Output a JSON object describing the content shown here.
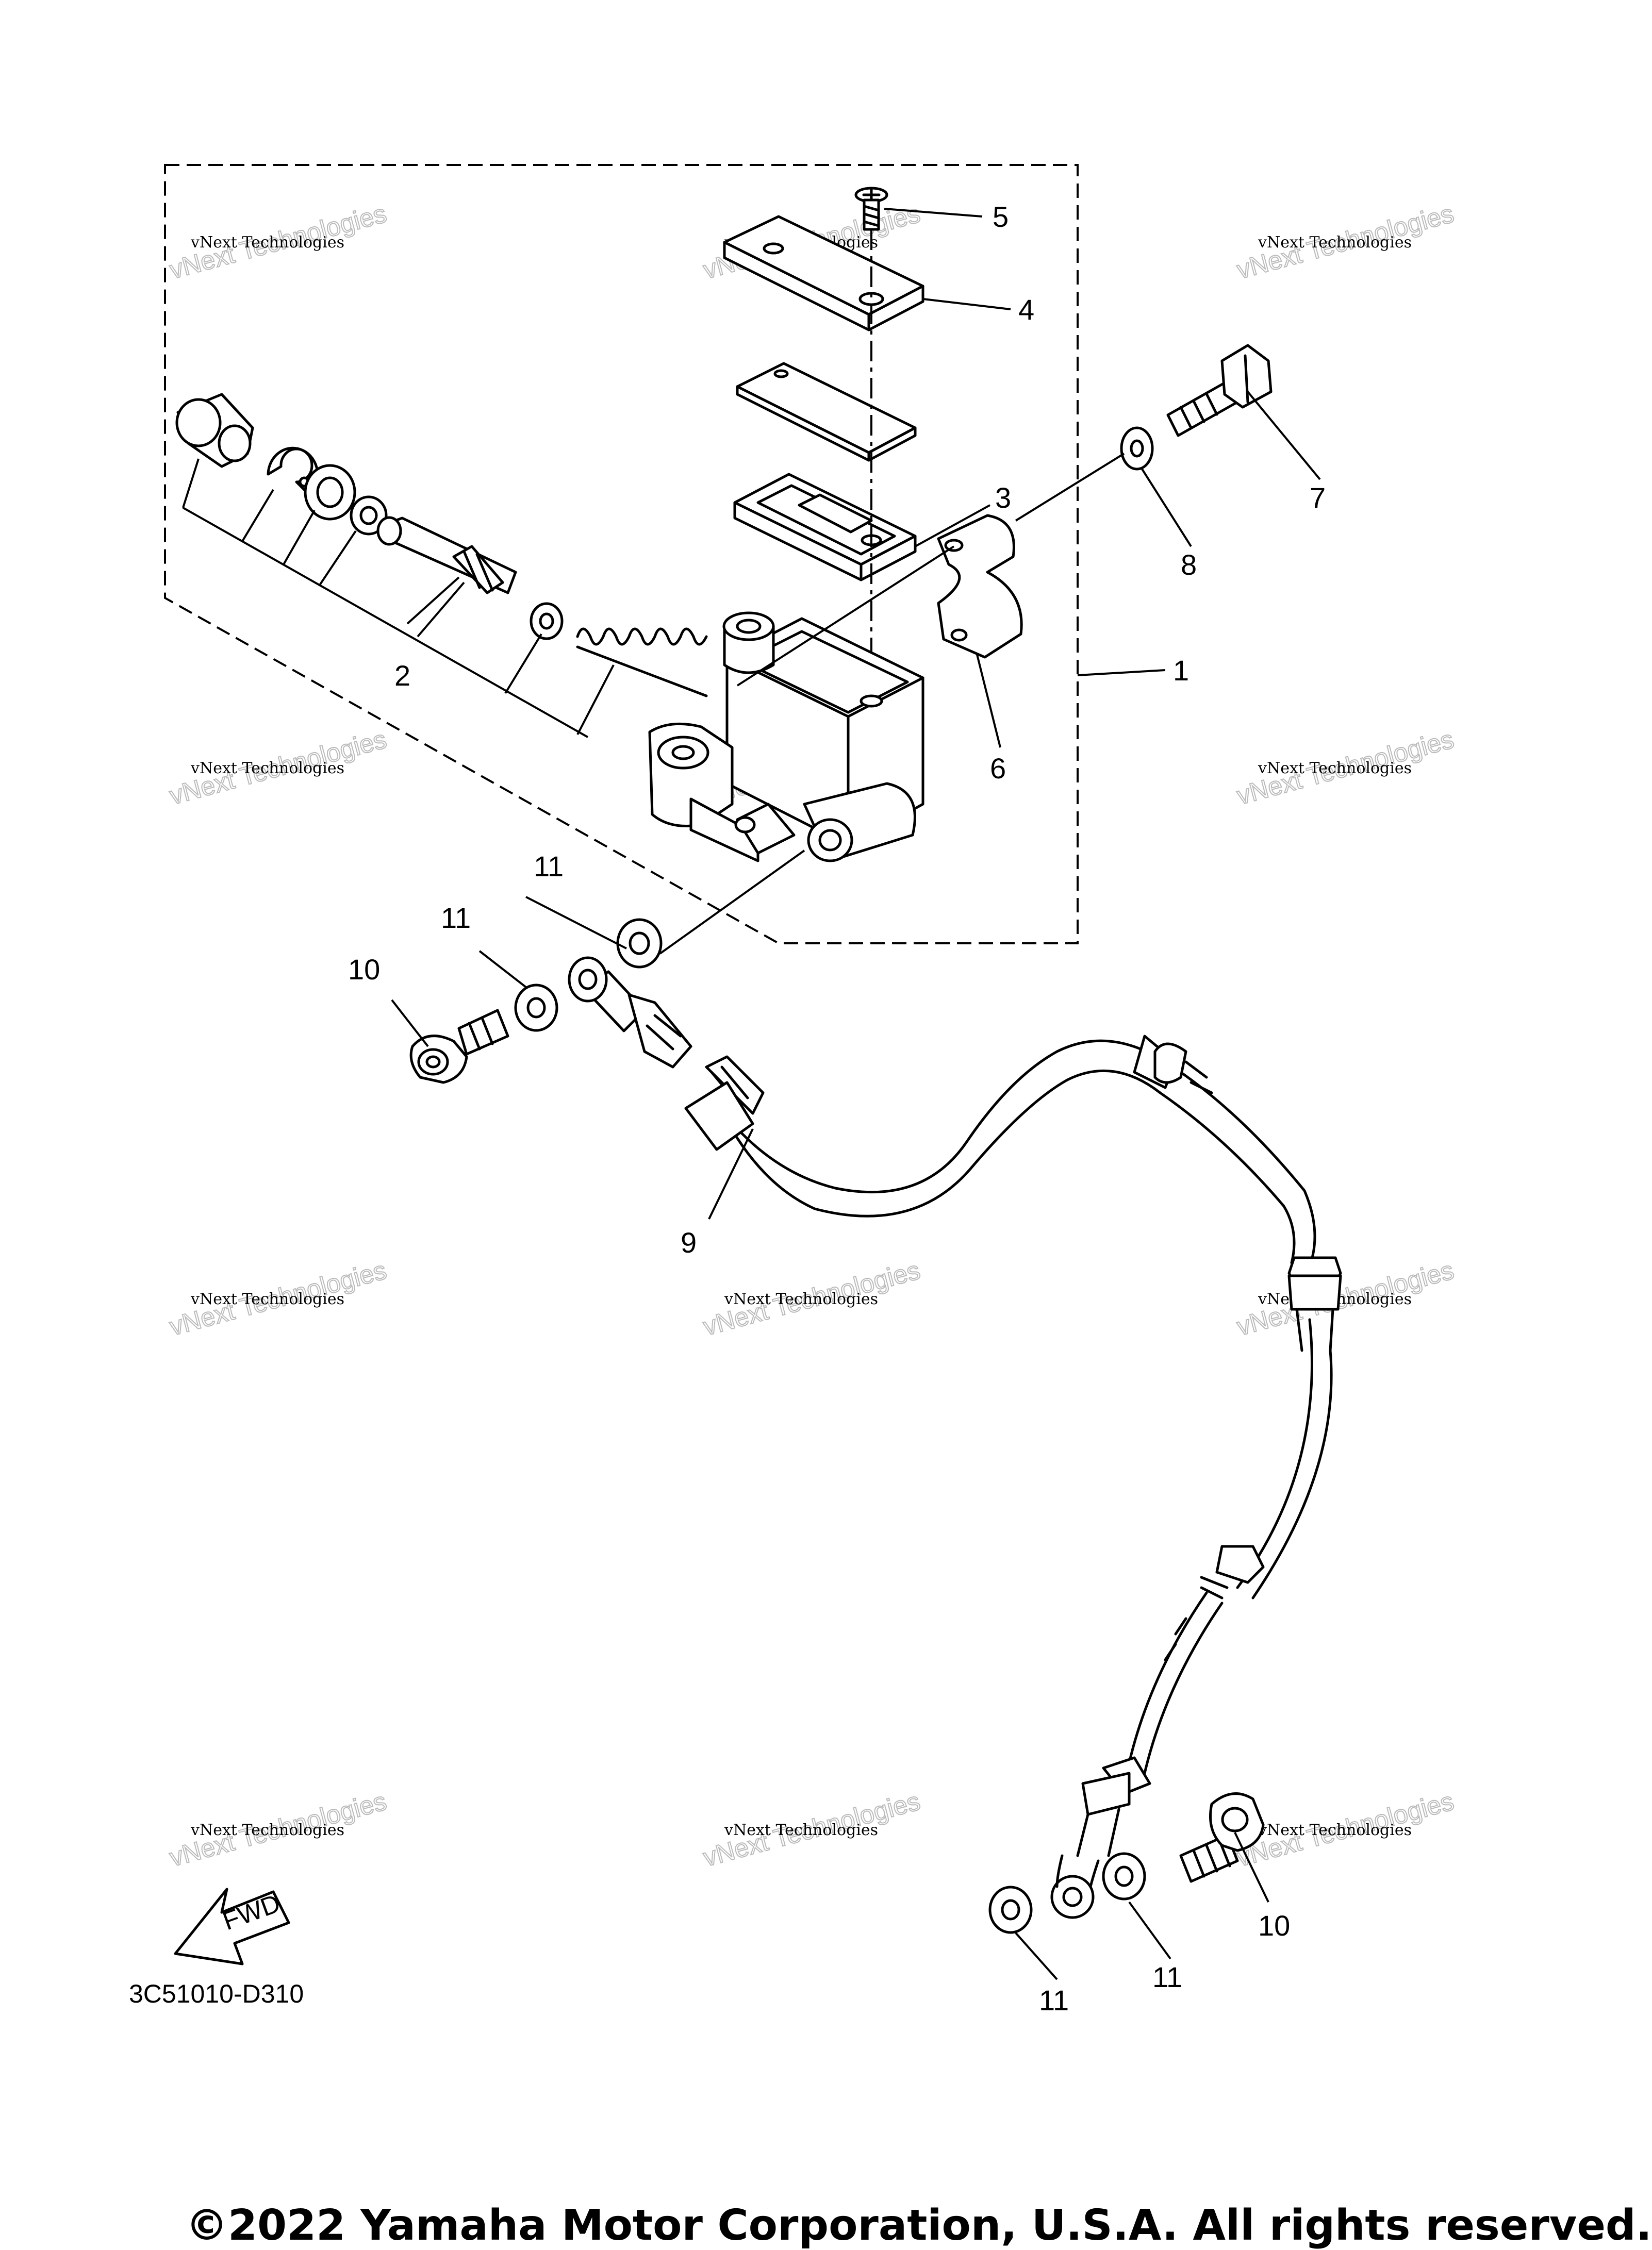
{
  "callouts": [
    {
      "id": "c1",
      "text": "1"
    },
    {
      "id": "c2",
      "text": "2"
    },
    {
      "id": "c3",
      "text": "3"
    },
    {
      "id": "c4",
      "text": "4"
    },
    {
      "id": "c5",
      "text": "5"
    },
    {
      "id": "c6",
      "text": "6"
    },
    {
      "id": "c7",
      "text": "7"
    },
    {
      "id": "c8",
      "text": "8"
    },
    {
      "id": "c9",
      "text": "9"
    },
    {
      "id": "c10a",
      "text": "10"
    },
    {
      "id": "c10b",
      "text": "10"
    },
    {
      "id": "c11a",
      "text": "11"
    },
    {
      "id": "c11b",
      "text": "11"
    },
    {
      "id": "c11c",
      "text": "11"
    },
    {
      "id": "c11d",
      "text": "11"
    }
  ],
  "diagram_code": "3C51010-D310",
  "fwd_label": "FWD",
  "watermark": {
    "line1": "vNext Technologies",
    "line2": "vNext Technologies"
  },
  "copyright": "©2022 Yamaha Motor Corporation, U.S.A. All rights reserved."
}
